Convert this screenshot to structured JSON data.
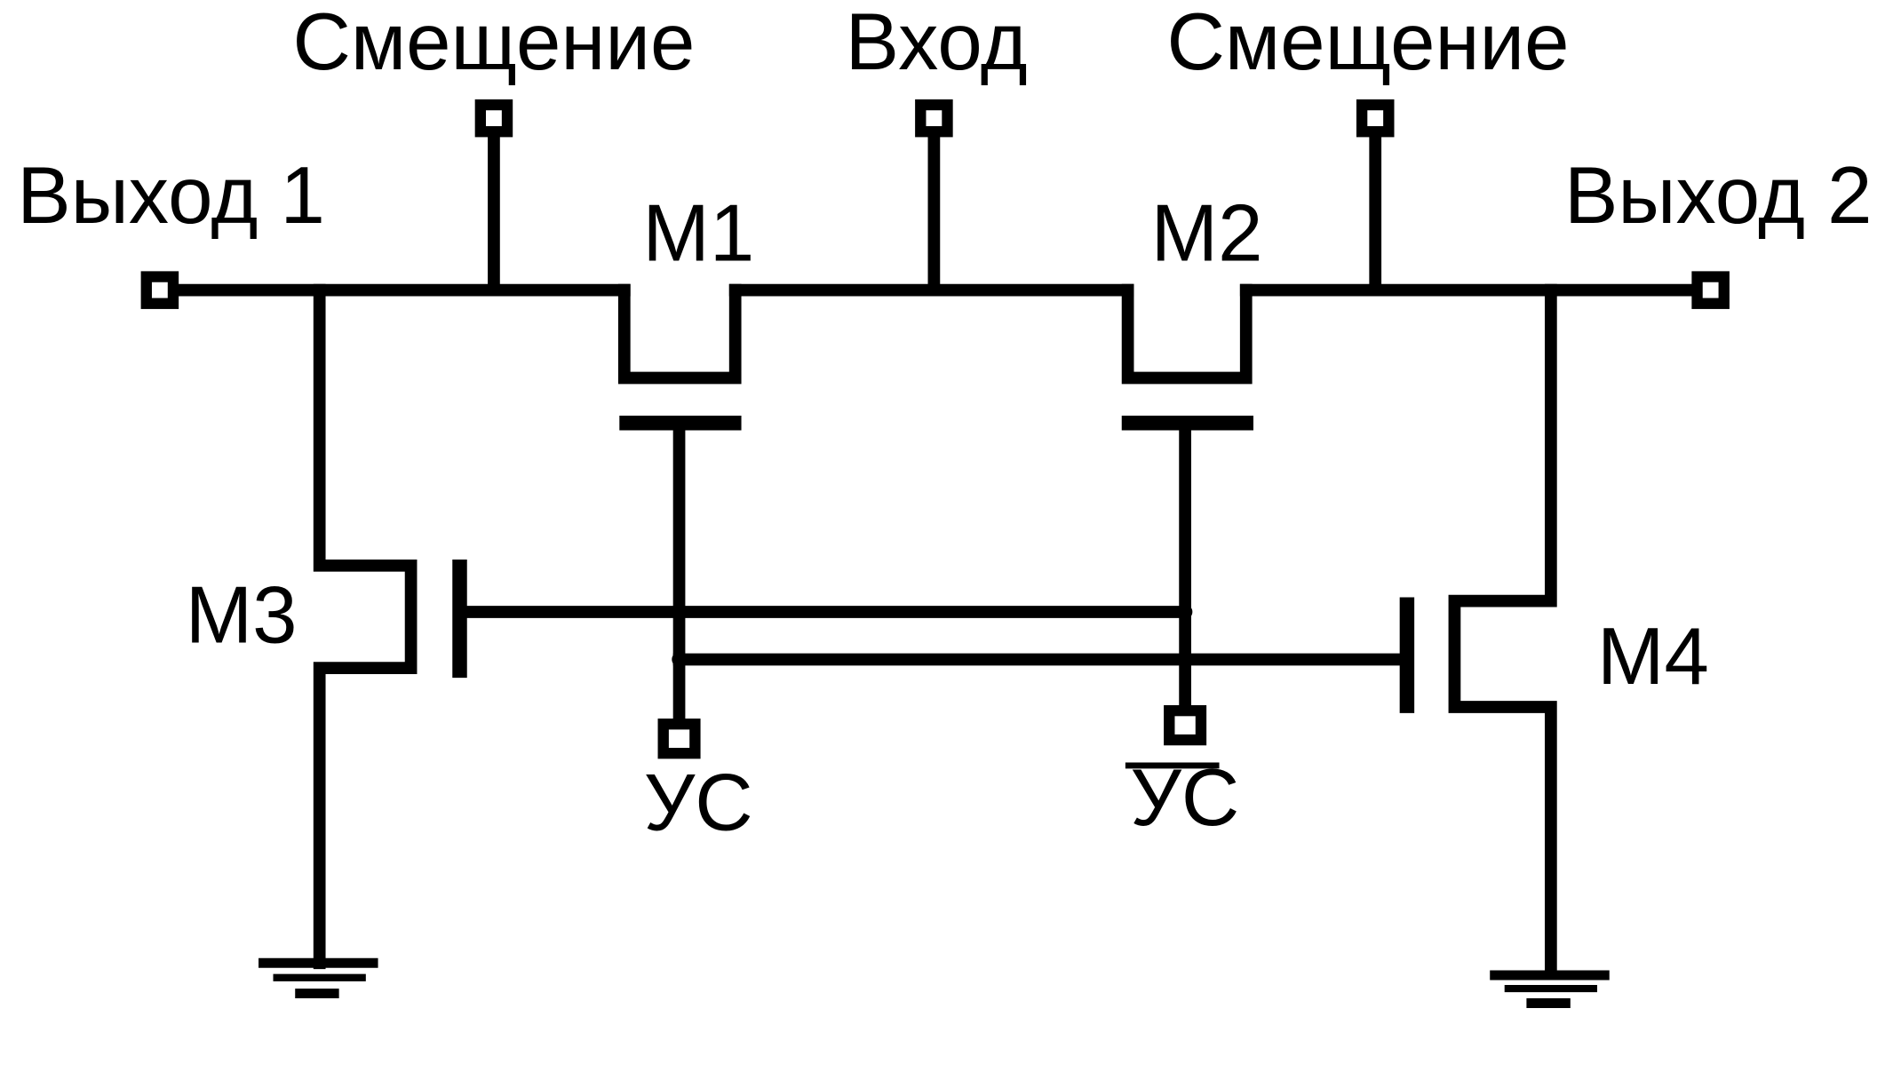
{
  "diagram": {
    "labels": {
      "bias_left": "Смещение",
      "input": "Вход",
      "bias_right": "Смещение",
      "output1": "Выход 1",
      "output2": "Выход 2",
      "m1": "M1",
      "m2": "M2",
      "m3": "M3",
      "m4": "M4",
      "control": "УС",
      "control_inv": "УС"
    },
    "colors": {
      "line": "#000000",
      "background": "#ffffff"
    },
    "icons": [
      "terminal-icon",
      "ground-icon",
      "nmos-transistor-icon"
    ]
  }
}
